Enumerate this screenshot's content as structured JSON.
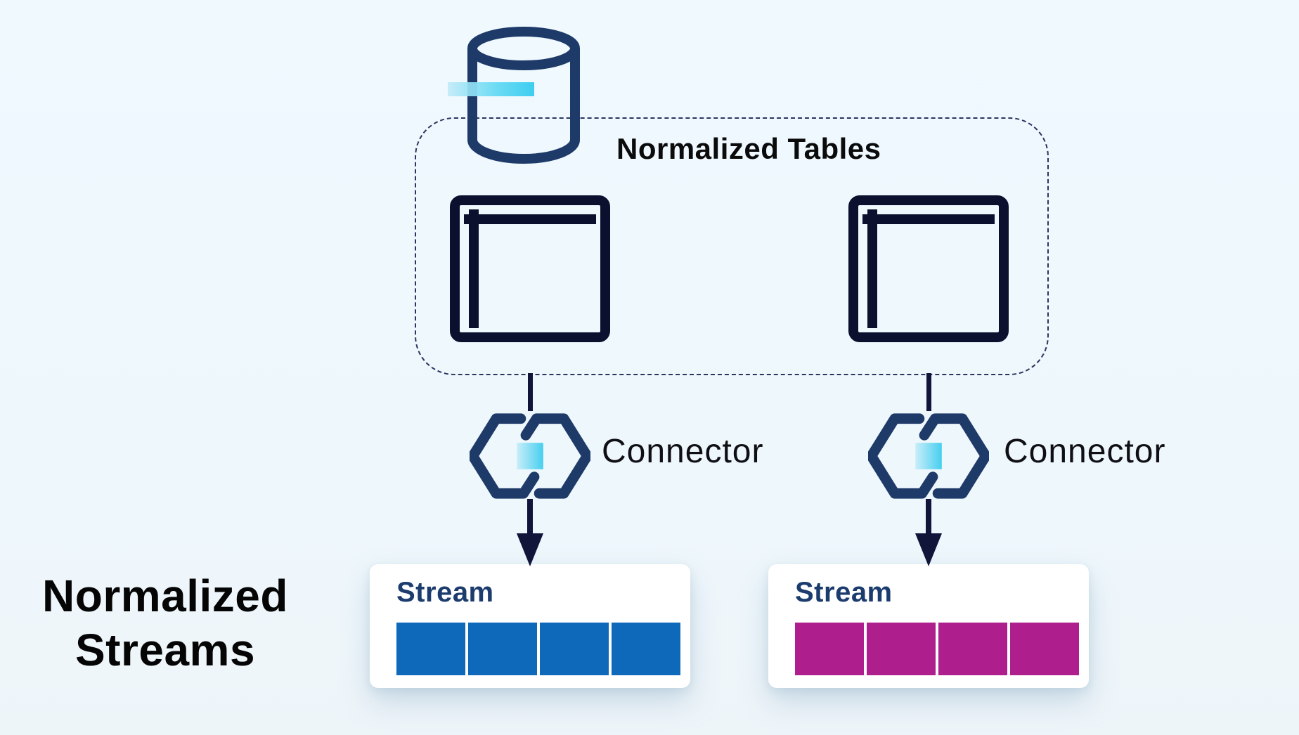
{
  "group_box": {
    "label": "Normalized Tables"
  },
  "side_label": {
    "line1": "Normalized",
    "line2": "Streams"
  },
  "connectors": [
    {
      "label": "Connector"
    },
    {
      "label": "Connector"
    }
  ],
  "streams": [
    {
      "label": "Stream",
      "segments": 4,
      "segment_color": "#0e69ba"
    },
    {
      "label": "Stream",
      "segments": 4,
      "segment_color": "#ae1f8d"
    }
  ],
  "icons": {
    "database": "database-cylinder-icon",
    "table": "table-icon",
    "connector": "connector-hexagon-icon",
    "arrow": "arrow-down-icon"
  },
  "colors": {
    "background": "#eef7fc",
    "navy_dark": "#0c102f",
    "navy_medium": "#1e3a68",
    "dashed_border": "#2b355f",
    "cyan_bar": "#3fcdf0",
    "blue_segment": "#0e69ba",
    "magenta_segment": "#ae1f8d",
    "stream_label_text": "#1d3c6e",
    "card_background": "#ffffff"
  }
}
